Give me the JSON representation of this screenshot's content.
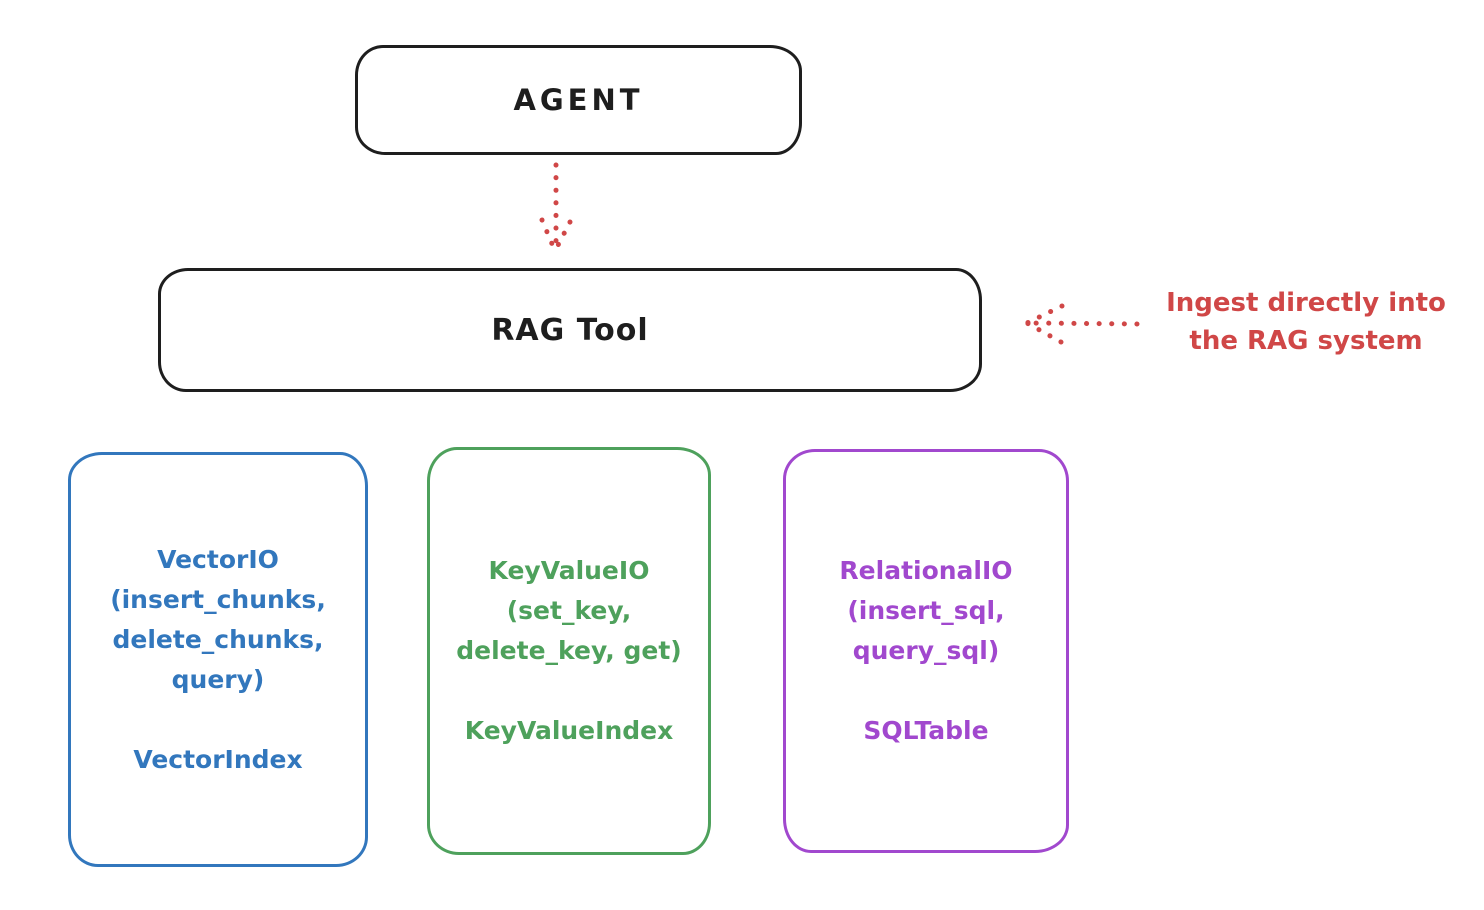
{
  "colors": {
    "background": "#ffffff",
    "ink": "#1e1e1e",
    "red": "#d04747",
    "blue": "#3277bd",
    "green": "#4ea15c",
    "purple": "#a148ce"
  },
  "agent_box": {
    "label": "AGENT"
  },
  "rag_tool_box": {
    "label": "RAG Tool"
  },
  "ingest_annotation": {
    "line1": "Ingest directly into",
    "line2": "the RAG system"
  },
  "io_boxes": [
    {
      "name": "vector-io",
      "color": "#3277bd",
      "lines": [
        "VectorIO",
        "(insert_chunks,",
        "delete_chunks,",
        "query)"
      ],
      "index_label": "VectorIndex"
    },
    {
      "name": "keyvalue-io",
      "color": "#4ea15c",
      "lines": [
        "KeyValueIO",
        "(set_key,",
        "delete_key, get)"
      ],
      "index_label": "KeyValueIndex"
    },
    {
      "name": "relational-io",
      "color": "#a148ce",
      "lines": [
        "RelationalIO",
        "(insert_sql,",
        "query_sql)"
      ],
      "index_label": "SQLTable"
    }
  ]
}
